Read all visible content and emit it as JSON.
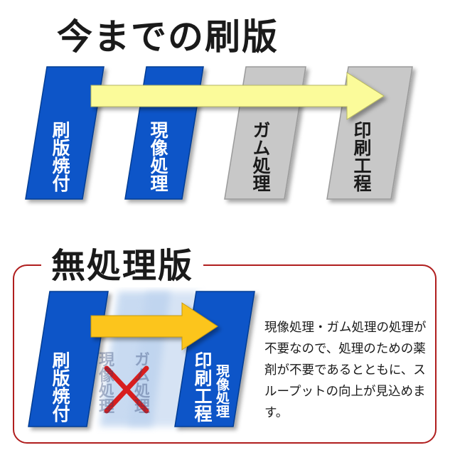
{
  "top_title": "今までの刷版",
  "top_steps": [
    {
      "label": "刷版焼付",
      "style": "blue"
    },
    {
      "label": "現像処理",
      "style": "blue"
    },
    {
      "label": "ガム処理",
      "style": "gray"
    },
    {
      "label": "印刷工程",
      "style": "gray"
    }
  ],
  "bottom_title": "無処理版",
  "bottom_steps": [
    {
      "label": "刷版焼付",
      "style": "blue"
    },
    {
      "label": "現像処理",
      "style": "removed"
    },
    {
      "label": "ガム処理",
      "style": "removed"
    },
    {
      "label": "印刷工程",
      "style": "blue"
    },
    {
      "label": "現像処理",
      "style": "blue-sub"
    }
  ],
  "description": "現像処理・ガム処理の処理が不要なので、処理のための薬剤が不要であるとともに、スループットの向上が見込めます。",
  "colors": {
    "blue": "#0a54c8",
    "gray": "#c8c8c8",
    "arrow_top": "#fbfb9a",
    "arrow_bottom": "#fcc51b",
    "cross": "#d81e1e",
    "panel_border": "#b01e1e"
  }
}
